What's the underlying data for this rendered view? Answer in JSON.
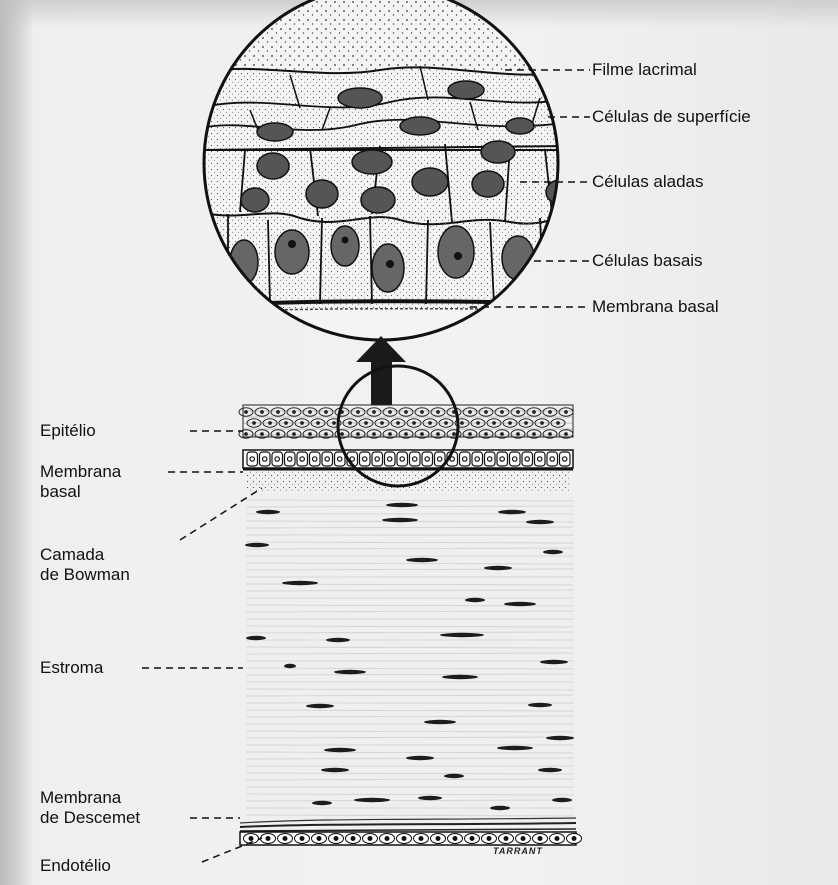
{
  "labels": {
    "filme_lacrimal": "Filme lacrimal",
    "celulas_superficie": "Células de superfície",
    "celulas_aladas": "Células aladas",
    "celulas_basais": "Células basais",
    "membrana_basal_top": "Membrana basal",
    "epitelio": "Epitélio",
    "membrana_basal_l1": "Membrana",
    "membrana_basal_l2": "basal",
    "camada_bowman_l1": "Camada",
    "camada_bowman_l2": "de Bowman",
    "estroma": "Estroma",
    "descemet_l1": "Membrana",
    "descemet_l2": "de Descemet",
    "endotelio": "Endotélio"
  },
  "signature": "TARRANT"
}
